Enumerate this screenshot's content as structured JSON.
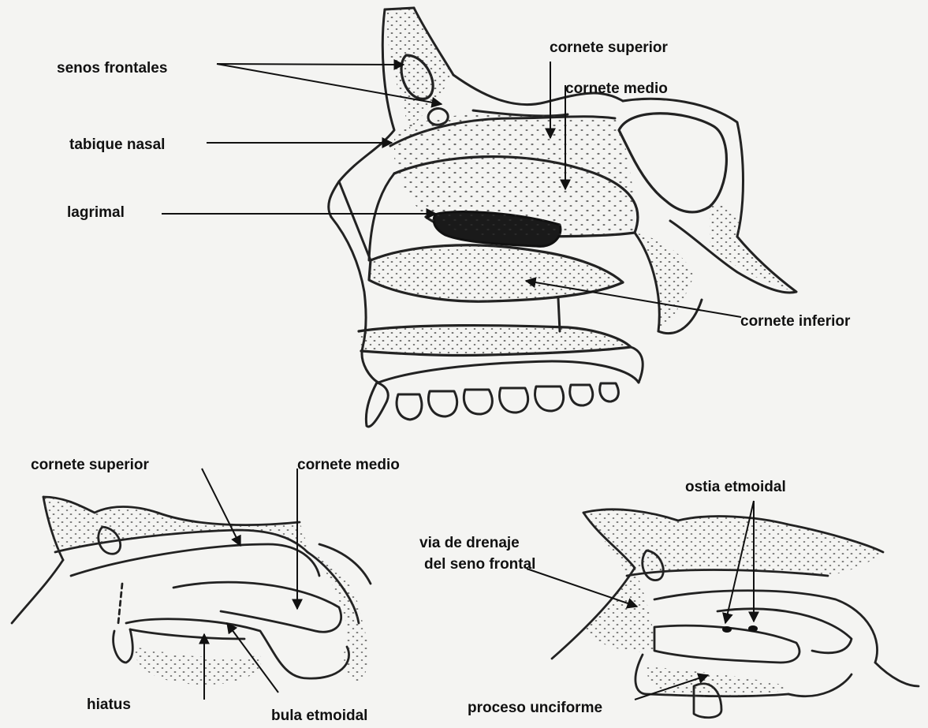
{
  "labels": {
    "senos_frontales": "senos frontales",
    "cornete_superior_top": "cornete superior",
    "cornete_medio_top": "cornete medio",
    "tabique_nasal": "tabique nasal",
    "lagrimal": "lagrimal",
    "cornete_inferior": "cornete inferior",
    "cornete_superior_bottom": "cornete superior",
    "cornete_medio_bottom": "cornete medio",
    "ostia_etmoidal": "ostia etmoidal",
    "via_drenaje_line1": "via de drenaje",
    "via_drenaje_line2": "del seno frontal",
    "hiatus": "hiatus",
    "bula_etmoidal": "bula etmoidal",
    "proceso_unciforme": "proceso unciforme"
  }
}
